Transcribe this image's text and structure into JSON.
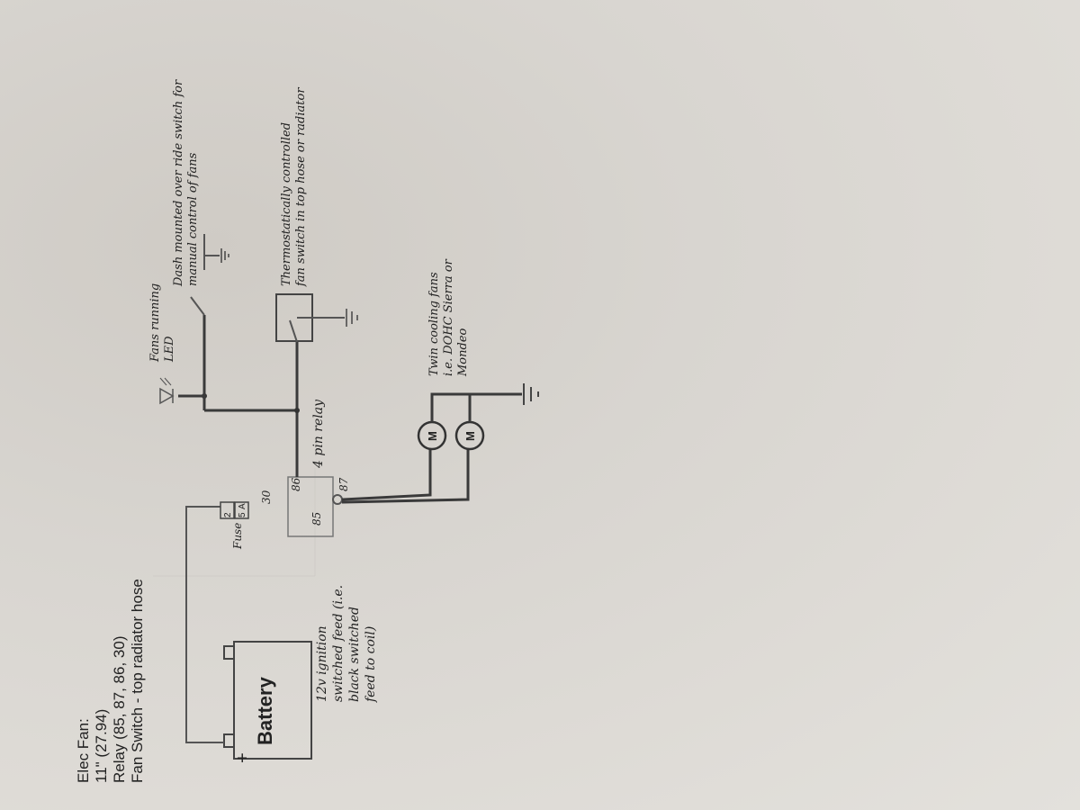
{
  "header": {
    "line1": "Elec Fan:",
    "line2": "11\" (27.94)",
    "line3": "Relay (85, 87, 86, 30)",
    "line4": "Fan Switch - top radiator hose"
  },
  "labels": {
    "battery": "Battery",
    "battery_plus": "+",
    "ignition_1": "12v ignition",
    "ignition_2": "switched feed (i.e.",
    "ignition_3": "black switched",
    "ignition_4": "feed to coil)",
    "fuse": "Fuse",
    "fuse_rating_a": "2",
    "fuse_rating_b": "5",
    "fuse_rating_c": "A",
    "pin30": "30",
    "pin86": "86",
    "pin85": "85",
    "pin87": "87",
    "relay": "4 pin relay",
    "led_1": "Fans running",
    "led_2": "LED",
    "dash_1": "Dash mounted over ride switch for",
    "dash_2": "manual control of fans",
    "thermo_1": "Thermostatically controlled",
    "thermo_2": "fan switch in top hose or radiator",
    "motor": "M",
    "fans_1": "Twin cooling fans",
    "fans_2": "i.e. DOHC Sierra or",
    "fans_3": "Mondeo"
  }
}
